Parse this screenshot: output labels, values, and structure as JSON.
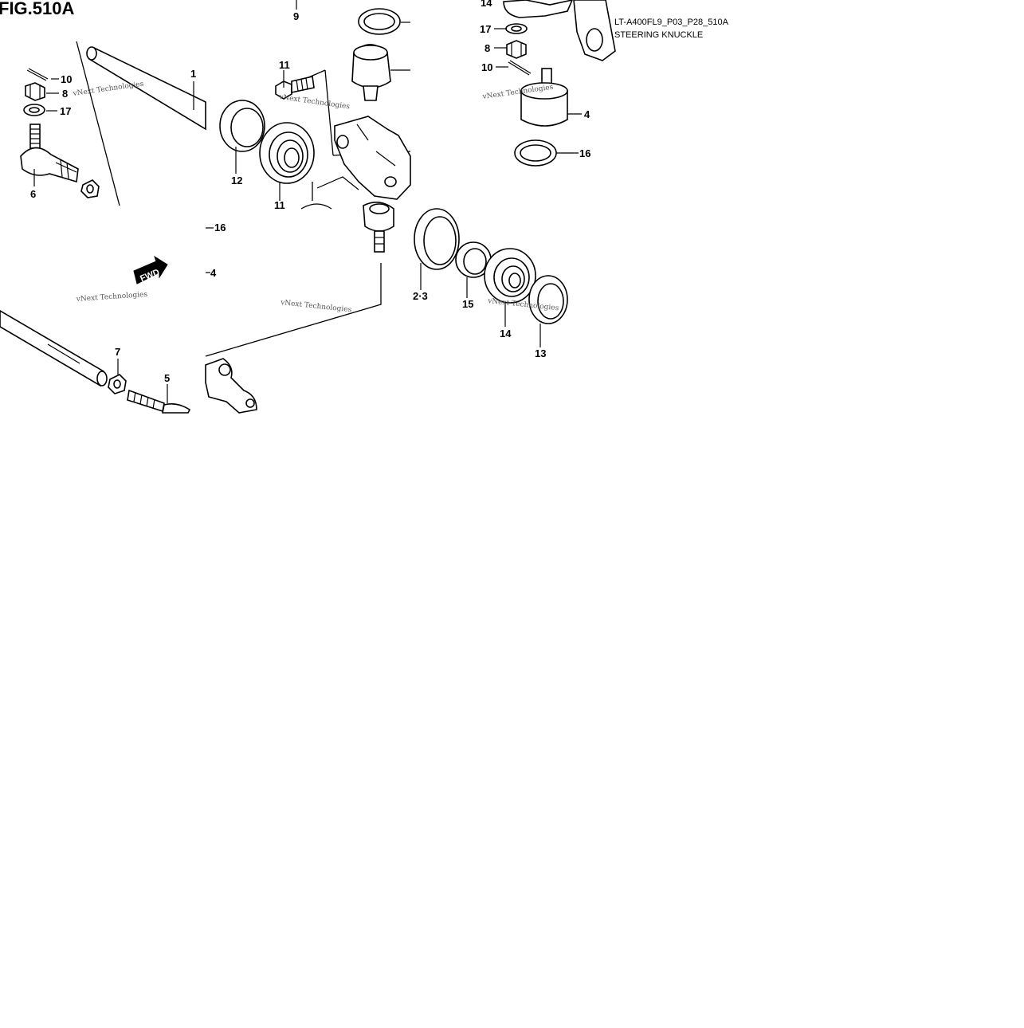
{
  "figure": {
    "title": "FIG.510A",
    "code": "LT-A400FL9_P03_P28_510A",
    "name": "STEERING KNUCKLE"
  },
  "watermark": "vNext Technologies",
  "fwd_label": "FWD",
  "callouts": [
    "1",
    "2·3",
    "4",
    "4",
    "5",
    "6",
    "7",
    "8",
    "8",
    "9",
    "10",
    "10",
    "11",
    "11",
    "12",
    "13",
    "14",
    "14",
    "15",
    "16",
    "16",
    "17",
    "17"
  ]
}
